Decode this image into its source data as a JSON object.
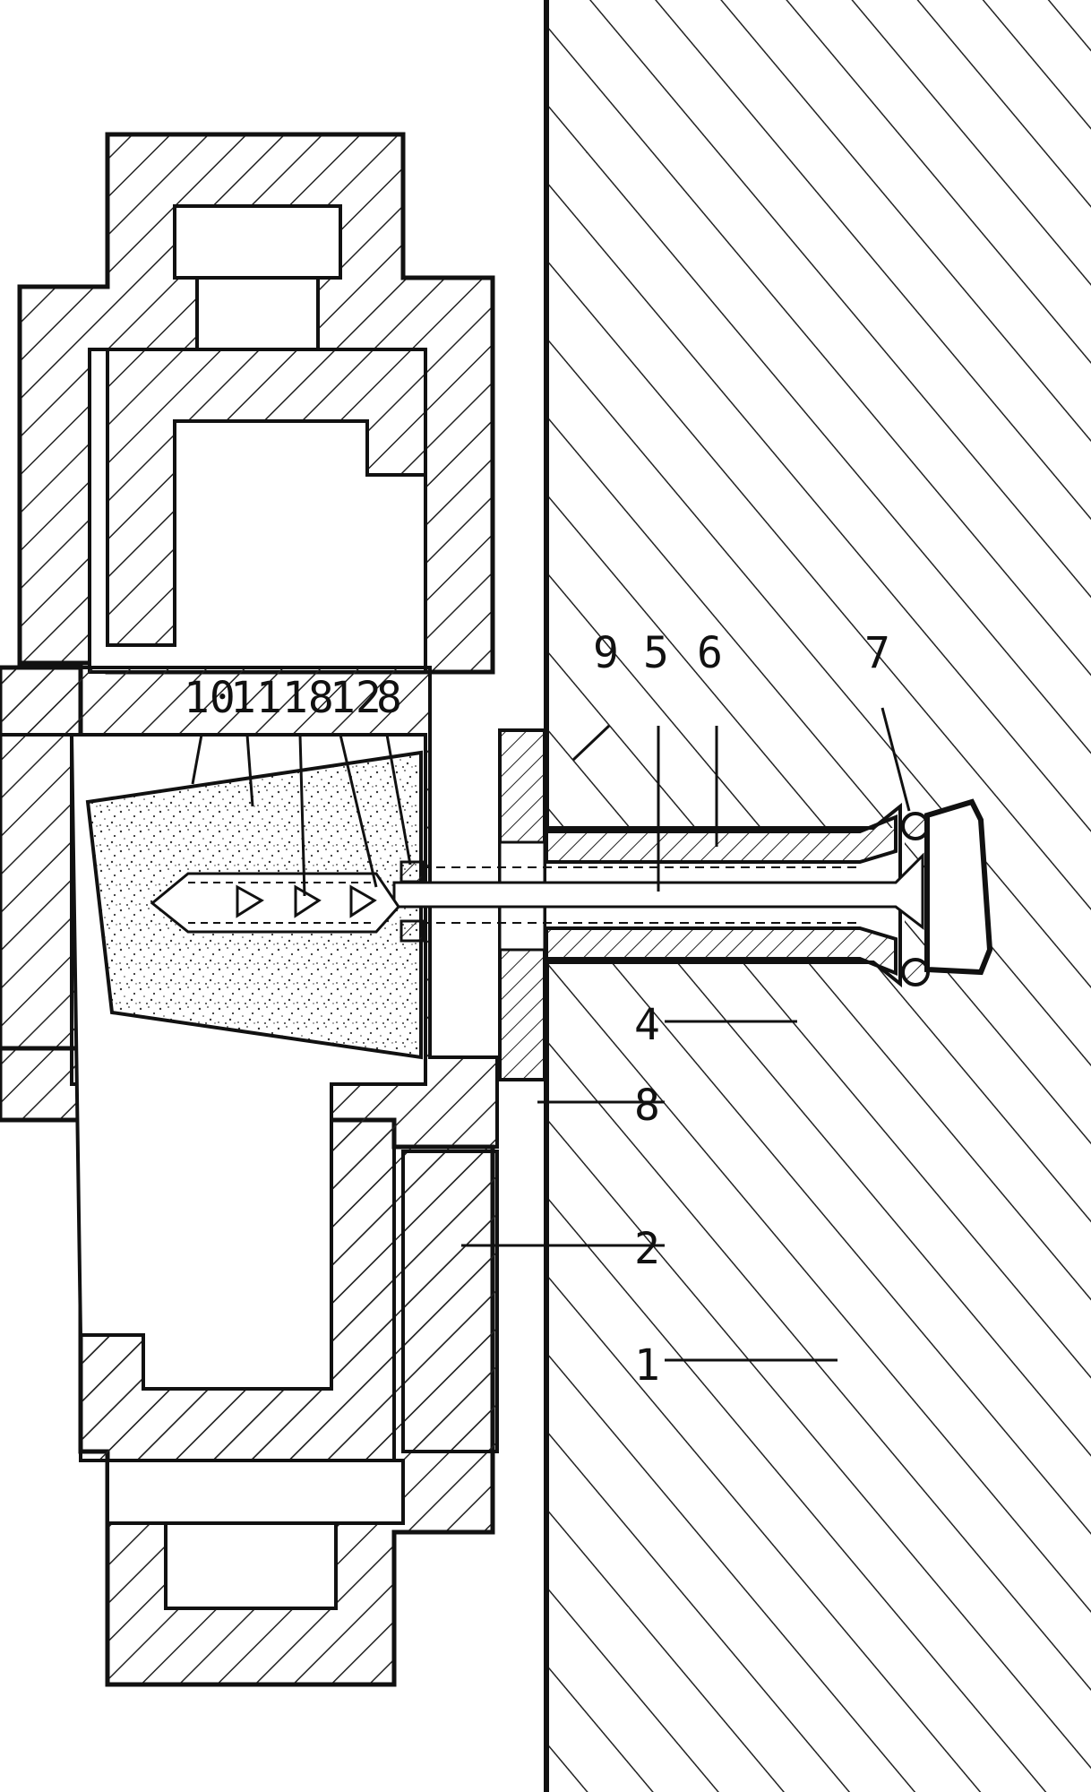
{
  "figure": {
    "labels": {
      "l10": "10",
      "l11": "11",
      "l18": "18",
      "l12": "12",
      "l8a": "8",
      "l9": "9",
      "l5": "5",
      "l6": "6",
      "l7": "7",
      "l4": "4",
      "l8b": "8",
      "l2": "2",
      "l1": "1"
    },
    "colors": {
      "ink": "#111111",
      "paper": "#ffffff",
      "hatch": "#222222"
    }
  }
}
